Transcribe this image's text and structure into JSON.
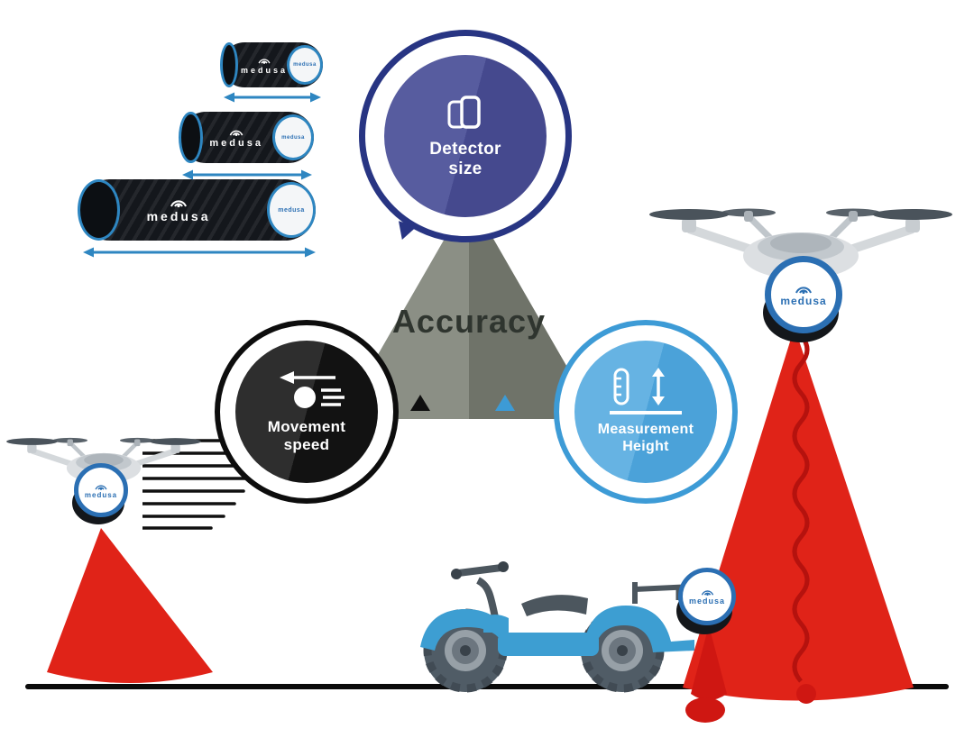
{
  "diagram": {
    "center_label": "Accuracy",
    "nodes": {
      "detector_size": {
        "line1": "Detector",
        "line2": "size"
      },
      "movement_speed": {
        "line1": "Movement",
        "line2": "speed"
      },
      "measurement_height": {
        "line1": "Measurement",
        "line2": "Height"
      }
    }
  },
  "brand": {
    "name": "medusa"
  },
  "colors": {
    "navy_ring": "#283583",
    "slate_blue_fill": "#4a4f93",
    "black_node": "#141414",
    "light_blue_ring": "#3d9bd6",
    "light_blue_fill": "#55a9de",
    "triangle_gray": "#7c8077",
    "beam_red": "#e02318",
    "cable_red": "#b5120e",
    "accent_blue": "#2e86c1"
  },
  "icons": [
    "detector-size-icon",
    "movement-speed-icon",
    "measurement-height-icon",
    "wifi-arcs-icon",
    "length-arrow-icon"
  ]
}
